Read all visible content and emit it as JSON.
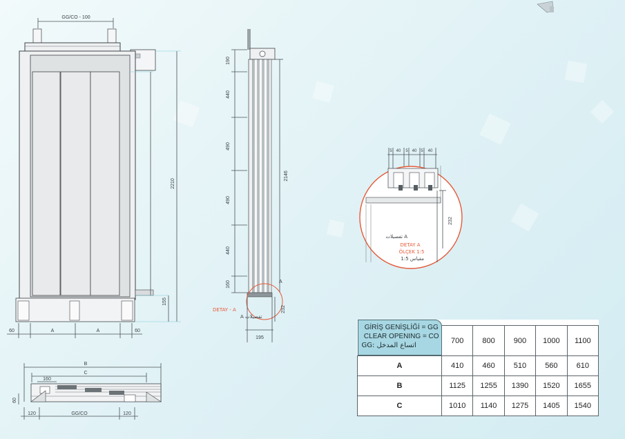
{
  "front_view": {
    "top_dim": "GG/CO - 100",
    "height_dim": "2210",
    "sill_dim": "155",
    "bottom_dims": [
      "60",
      "A",
      "A",
      "60"
    ]
  },
  "section_view": {
    "segment_dims": [
      "190",
      "440",
      "490",
      "490",
      "440",
      "160"
    ],
    "total_height_dim": "2146",
    "depth_dim": "195",
    "detail_height_dim": "232",
    "detail_callout": "A",
    "detail_label": "DETAY - A",
    "detail_label_ar": "تفصيلات A"
  },
  "detail_a": {
    "top_dims": [
      "5",
      "40",
      "5",
      "40",
      "5",
      "40"
    ],
    "height_dim": "232",
    "label_ar": "تفصيلات A",
    "title": "DETAY A",
    "scale": "ÖLÇEK 1:5",
    "scale_ar": "مقياس 1:5"
  },
  "plan_view": {
    "width_b": "B",
    "width_c": "C",
    "offset_dim": "160",
    "side_dim": "60",
    "bottom_dims": [
      "120",
      "GG/CO",
      "120"
    ]
  },
  "table": {
    "header_lines": [
      "GİRİŞ GENİŞLİĞİ = GG",
      "CLEAR OPENING = CO",
      "اتساع المدخل :GG"
    ],
    "sizes": [
      "700",
      "800",
      "900",
      "1000",
      "1100"
    ],
    "rows": [
      {
        "label": "A",
        "values": [
          "410",
          "460",
          "510",
          "560",
          "610"
        ]
      },
      {
        "label": "B",
        "values": [
          "1125",
          "1255",
          "1390",
          "1520",
          "1655"
        ]
      },
      {
        "label": "C",
        "values": [
          "1010",
          "1140",
          "1275",
          "1405",
          "1540"
        ]
      }
    ]
  },
  "colors": {
    "background": "#dff1f5",
    "accent": "#e45a39",
    "table_header": "#a7d7e2",
    "line": "#3e4347"
  }
}
